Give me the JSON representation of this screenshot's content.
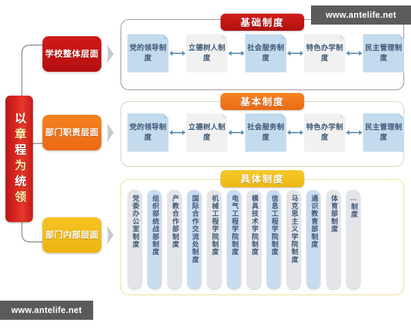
{
  "master": {
    "label": "以章程为统领"
  },
  "levels": [
    {
      "label": "学校整体层面",
      "color": "#c9181b"
    },
    {
      "label": "部门职责层面",
      "color": "#f58220"
    },
    {
      "label": "部门内部层面",
      "color": "#f3c01c"
    }
  ],
  "banners": [
    {
      "label": "基础制度",
      "color": "#c9181b"
    },
    {
      "label": "基本制度",
      "color": "#f58220"
    },
    {
      "label": "具体制度",
      "color": "#f3c01c"
    }
  ],
  "flow_rows": [
    {
      "row_name": "school-overall-systems",
      "boxes": [
        {
          "label": "党的领导制度",
          "tone": "blue"
        },
        {
          "label": "立德树人制度",
          "tone": "gray"
        },
        {
          "label": "社会服务制度",
          "tone": "blue"
        },
        {
          "label": "特色办学制度",
          "tone": "gray"
        },
        {
          "label": "民主管理制度",
          "tone": "blue"
        }
      ]
    },
    {
      "row_name": "department-duty-systems",
      "boxes": [
        {
          "label": "党的领导制度",
          "tone": "blue"
        },
        {
          "label": "立德树人制度",
          "tone": "gray"
        },
        {
          "label": "社会服务制度",
          "tone": "blue"
        },
        {
          "label": "特色办学制度",
          "tone": "gray"
        },
        {
          "label": "民主管理制度",
          "tone": "blue"
        }
      ]
    }
  ],
  "detail_items": [
    {
      "label": "党委办公室制度",
      "tone": "gray"
    },
    {
      "label": "组织部统战部制度",
      "tone": "blue"
    },
    {
      "label": "产教合作部制度",
      "tone": "gray"
    },
    {
      "label": "国际合作交流处制度",
      "tone": "blue"
    },
    {
      "label": "机械工程学院制度",
      "tone": "gray"
    },
    {
      "label": "电气工程学院制度",
      "tone": "blue"
    },
    {
      "label": "模具技术学院制度",
      "tone": "gray"
    },
    {
      "label": "信息工程学院制度",
      "tone": "blue"
    },
    {
      "label": "马克思主义学院制度",
      "tone": "gray"
    },
    {
      "label": "通识教育部制度",
      "tone": "blue"
    },
    {
      "label": "体育部制度",
      "tone": "gray"
    },
    {
      "label": "…制度",
      "tone": "gray"
    }
  ],
  "watermarks": {
    "top": "www.antelife.net",
    "bottom": "www.antelife.net"
  },
  "colors": {
    "red": "#c9181b",
    "orange": "#f58220",
    "yellow": "#f3c01c",
    "box_blue": "#c4dbee",
    "box_gray": "#f1f1f1",
    "arrow_blue": "#5e8db0",
    "text_blue": "#3b5876"
  }
}
